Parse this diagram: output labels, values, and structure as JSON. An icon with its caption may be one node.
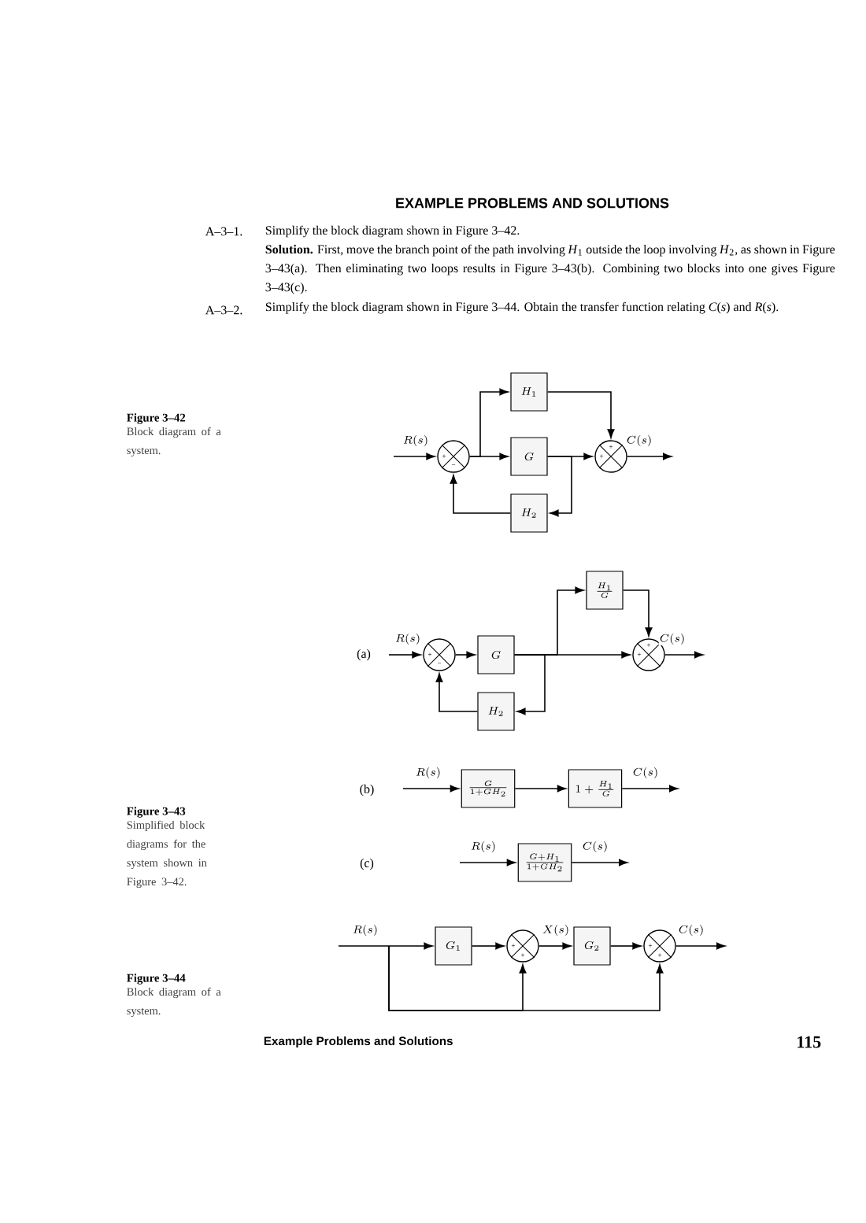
{
  "diagram": {
    "title": "EXAMPLE PROBLEMS AND SOLUTIONS",
    "nodes": [
      {
        "text": [],
        "shape": "circle"
      },
      {
        "text": [
          "H_1"
        ]
      },
      {
        "text": [
          "G"
        ]
      },
      {
        "text": [
          "H_2"
        ]
      },
      {
        "text": [],
        "shape": "circle"
      },
      {
        "text": [],
        "shape": "circle"
      },
      {
        "text": [
          "G"
        ]
      },
      {
        "text": [
          "H_2"
        ]
      },
      {
        "text": [
          "\\frac{H_1}{G}"
        ]
      },
      {
        "text": [],
        "shape": "circle"
      },
      {
        "text": [
          "\\frac{G}{1+GH_2}"
        ]
      },
      {
        "text": [
          "1+\\frac{H_1}{G}"
        ]
      },
      {
        "text": [
          "\\frac{G+H_1}{1+GH_2}"
        ]
      },
      {
        "text": [
          "G_1"
        ]
      },
      {
        "text": [],
        "shape": "circle"
      },
      {
        "text": [
          "G_2"
        ]
      },
      {
        "text": [],
        "shape": "circle"
      }
    ],
    "edges": [
      {
        "from": null,
        "to": 0,
        "arrow": "to",
        "label": "R(s)"
      },
      {
        "from": 0,
        "to": 1,
        "arrow": "to"
      },
      {
        "from": 0,
        "to": 2,
        "arrow": "to"
      },
      {
        "from": 1,
        "to": 4,
        "arrow": "to"
      },
      {
        "from": 2,
        "to": 4,
        "arrow": "to"
      },
      {
        "from": 2,
        "to": 3,
        "arrow": "to"
      },
      {
        "from": 3,
        "to": 0,
        "arrow": "to"
      },
      {
        "from": 4,
        "to": null,
        "arrow": "to",
        "label": "C(s)"
      },
      {
        "from": null,
        "to": 5,
        "arrow": "to",
        "label": "R(s)"
      },
      {
        "from": 5,
        "to": 6,
        "arrow": "to"
      },
      {
        "from": 6,
        "to": 8,
        "arrow": "to"
      },
      {
        "from": 6,
        "to": 9,
        "arrow": "to"
      },
      {
        "from": 6,
        "to": 7,
        "arrow": "to"
      },
      {
        "from": 7,
        "to": 5,
        "arrow": "to"
      },
      {
        "from": 8,
        "to": 9,
        "arrow": "to"
      },
      {
        "from": 9,
        "to": null,
        "arrow": "to",
        "label": "C(s)"
      },
      {
        "from": null,
        "to": 10,
        "arrow": "to",
        "label": "R(s)"
      },
      {
        "from": 10,
        "to": 11,
        "arrow": "to"
      },
      {
        "from": 11,
        "to": null,
        "arrow": "to",
        "label": "C(s)"
      },
      {
        "from": null,
        "to": 12,
        "arrow": "to",
        "label": "R(s)"
      },
      {
        "from": 12,
        "to": null,
        "arrow": "to",
        "label": "C(s)"
      },
      {
        "from": null,
        "to": 13,
        "arrow": "to",
        "label": "R(s)"
      },
      {
        "from": null,
        "to": 14,
        "arrow": "to"
      },
      {
        "from": null,
        "to": 16,
        "arrow": "to"
      },
      {
        "from": 13,
        "to": 14,
        "arrow": "to"
      },
      {
        "from": 14,
        "to": 15,
        "arrow": "to",
        "label": "X(s)"
      },
      {
        "from": 15,
        "to": 16,
        "arrow": "to"
      },
      {
        "from": 16,
        "to": null,
        "arrow": "to",
        "label": "C(s)"
      }
    ],
    "labels": [
      "A–3–1.",
      "Simplify the block diagram shown in Figure 3–42.",
      "**Solution.** First, move the branch point of the path involving *H*$_{1}$ outside the loop involving *H*$_{2}$, as shown in Figure 3–43(a). Then eliminating two loops results in Figure 3–43(b). Combining two blocks into one gives Figure 3–43(c).",
      "A–3–2.",
      "Simplify the block diagram shown in Figure 3–44. Obtain the transfer function relating *C*(*s*) and *R*(*s*).",
      "Figure 3–42",
      "Block diagram of a system.",
      "+",
      "−",
      "+",
      "+",
      "(a)",
      "+",
      "−",
      "+",
      "+",
      "(b)",
      "Figure 3–43",
      "Simplified block diagrams for the system shown in Figure 3–42.",
      "(c)",
      "+",
      "+",
      "+",
      "+",
      "Figure 3–44",
      "Block diagram of a system.",
      "Example Problems and Solutions",
      "115"
    ]
  }
}
